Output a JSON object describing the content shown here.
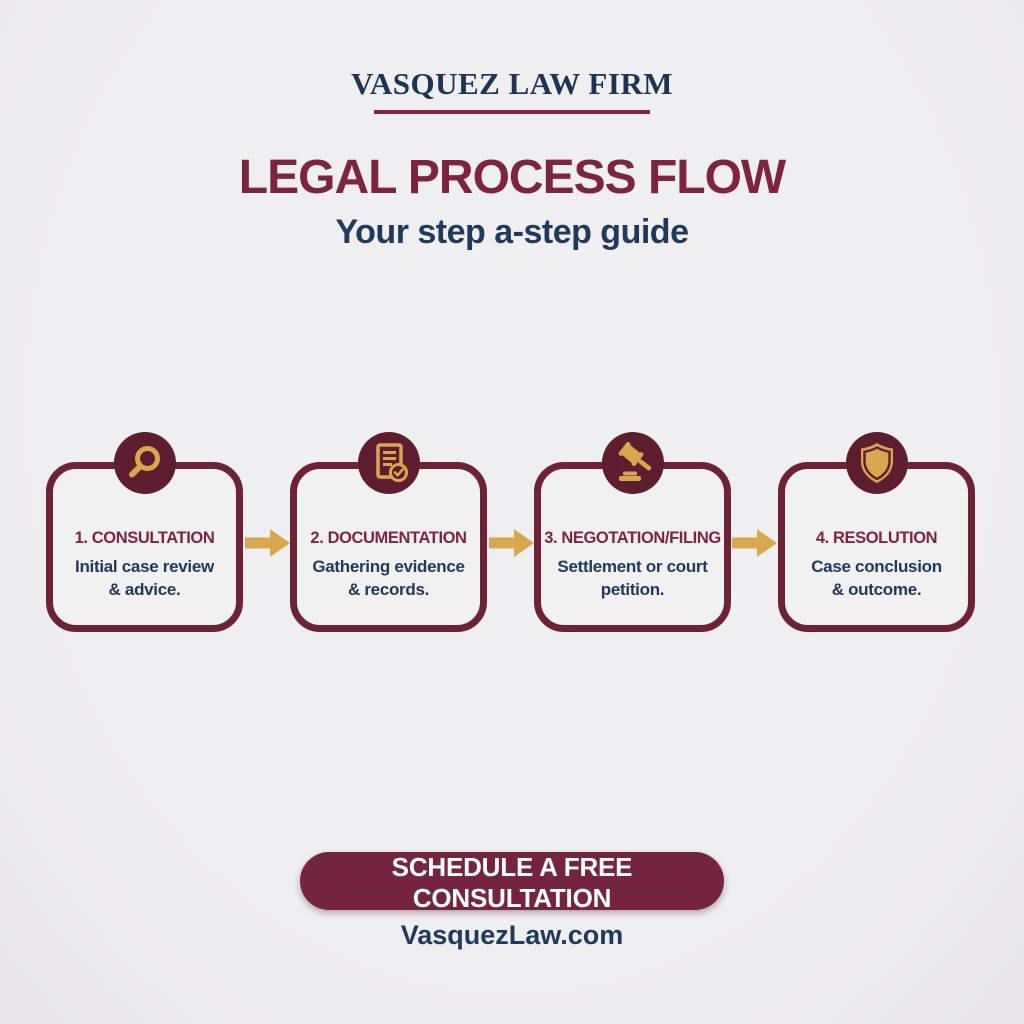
{
  "colors": {
    "background": "#eceaec",
    "maroon_border": "#6e2238",
    "maroon_circle": "#5e1e2f",
    "maroon_title": "#7e2441",
    "button_maroon": "#74243f",
    "gold": "#d9a750",
    "navy": "#21395c",
    "brand_navy": "#1d3452",
    "button_text": "#ffffff"
  },
  "header": {
    "brand": "VASQUEZ LAW FIRM",
    "title": "LEGAL PROCESS FLOW",
    "subtitle": "Your step a-step guide"
  },
  "steps": [
    {
      "icon": "magnifier-icon",
      "title": "1. CONSULTATION",
      "desc1": "Initial case review",
      "desc2": "& advice."
    },
    {
      "icon": "document-check-icon",
      "title": "2. DOCUMENTATION",
      "desc1": "Gathering evidence",
      "desc2": "& records."
    },
    {
      "icon": "gavel-icon",
      "title": "3. NEGOTATION/FILING",
      "desc1": "Settlement or court",
      "desc2": "petition."
    },
    {
      "icon": "shield-icon",
      "title": "4. RESOLUTION",
      "desc1": "Case conclusion",
      "desc2": "& outcome."
    }
  ],
  "arrows": {
    "icon": "arrow-right-icon",
    "count": 3
  },
  "cta": {
    "label": "SCHEDULE A FREE CONSULTATION"
  },
  "footer": {
    "website": "VasquezLaw.com"
  }
}
